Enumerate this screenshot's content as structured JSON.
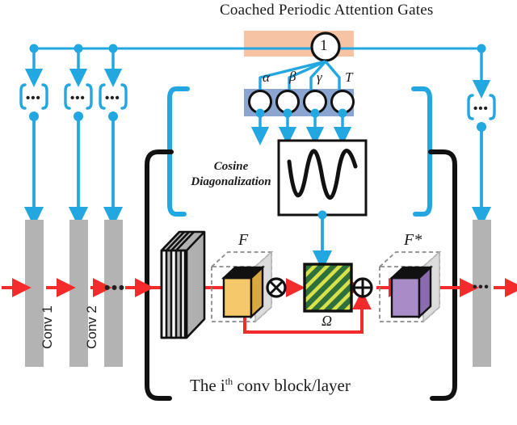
{
  "title": "Coached Periodic Attention Gates",
  "caption": {
    "pre": "The i",
    "sup": "th",
    "post": " conv block/layer"
  },
  "root_node": {
    "label": "1"
  },
  "gate_params": [
    {
      "label": "α",
      "name": "alpha"
    },
    {
      "label": "β",
      "name": "beta"
    },
    {
      "label": "γ",
      "name": "gamma"
    },
    {
      "label": "T",
      "name": "period"
    }
  ],
  "cosine_box": {
    "line1": "Cosine",
    "line2": "Diagonalization",
    "waveform": "cosine-wave"
  },
  "conv_stack": {
    "layers": [
      {
        "label": "Conv 1",
        "name": "conv-1"
      },
      {
        "label": "Conv 2",
        "name": "conv-2"
      },
      {
        "label": "",
        "name": "conv-ellipsis",
        "dots": "•••"
      }
    ],
    "tail": {
      "name": "conv-tail",
      "dots": "•••"
    }
  },
  "gate_brackets": [
    {
      "dots": "•••",
      "name": "gate-bracket-1"
    },
    {
      "dots": "•••",
      "name": "gate-bracket-2"
    },
    {
      "dots": "•••",
      "name": "gate-bracket-3"
    },
    {
      "dots": "•••",
      "name": "gate-bracket-4"
    }
  ],
  "tensors": {
    "feature_in": {
      "label": "F",
      "name": "feature-map-F",
      "color": "#F5C96B"
    },
    "attention": {
      "label": "Ω",
      "name": "attention-map-omega",
      "color": "#3C7A3C"
    },
    "feature_out": {
      "label": "F*",
      "name": "feature-map-F-star",
      "color": "#A98BC8"
    }
  },
  "operators": {
    "multiply": {
      "symbol": "⊗",
      "name": "elementwise-multiply"
    },
    "add": {
      "symbol": "⊕",
      "name": "elementwise-add"
    }
  },
  "colors": {
    "cyan": "#22A7E0",
    "peach": "#F6C4A5",
    "periwinkle": "#8BA5D0",
    "red": "#F42B2B",
    "gray": "#B3B3B3",
    "black": "#111111"
  }
}
